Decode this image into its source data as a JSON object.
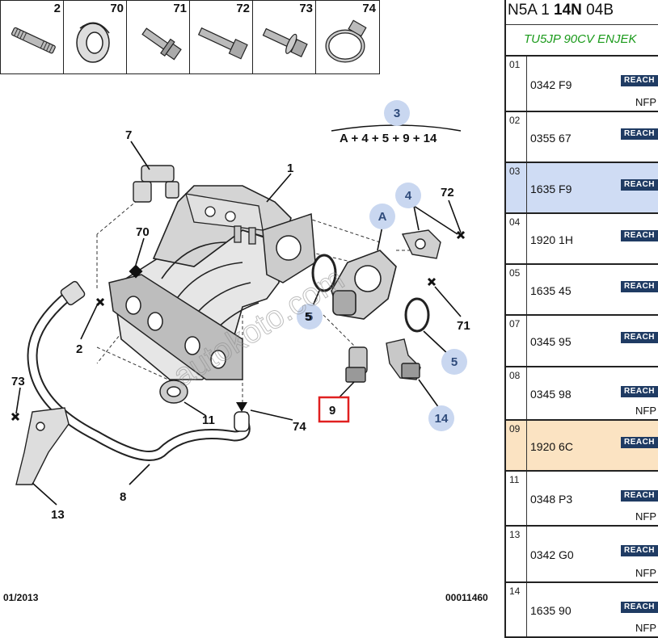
{
  "top_parts": [
    {
      "num": "2",
      "icon": "stud-bolt-icon"
    },
    {
      "num": "70",
      "icon": "seal-ring-icon"
    },
    {
      "num": "71",
      "icon": "flange-bolt-icon"
    },
    {
      "num": "72",
      "icon": "hex-bolt-icon"
    },
    {
      "num": "73",
      "icon": "washer-bolt-icon"
    },
    {
      "num": "74",
      "icon": "hose-clamp-icon"
    }
  ],
  "diagram": {
    "callouts": [
      "1",
      "2",
      "7",
      "70",
      "73",
      "13",
      "8",
      "11",
      "74",
      "9",
      "5",
      "14",
      "71",
      "72"
    ],
    "bubbles": [
      "3",
      "A",
      "4",
      "5",
      "5",
      "14"
    ],
    "kit_formula": "A + 4 + 5 + 9 + 14",
    "watermark": "autokoto.com",
    "highlight_color": "#e02020",
    "bubble_color": "#c9d7f0"
  },
  "footer": {
    "date": "01/2013",
    "code": "00011460"
  },
  "table": {
    "header": {
      "prefix": "N5A 1 ",
      "bold": "14N",
      "suffix": " 04B"
    },
    "engine": "TU5JP 90CV ENJEK",
    "engine_color": "#1a9a1a",
    "reach_label": "REACH",
    "rows": [
      {
        "idx": "01",
        "ref": "0342 F9",
        "nfp": "NFP",
        "hl": ""
      },
      {
        "idx": "02",
        "ref": "0355 67",
        "nfp": "",
        "hl": ""
      },
      {
        "idx": "03",
        "ref": "1635 F9",
        "nfp": "",
        "hl": "blue"
      },
      {
        "idx": "04",
        "ref": "1920 1H",
        "nfp": "",
        "hl": ""
      },
      {
        "idx": "05",
        "ref": "1635 45",
        "nfp": "",
        "hl": ""
      },
      {
        "idx": "07",
        "ref": "0345 95",
        "nfp": "",
        "hl": ""
      },
      {
        "idx": "08",
        "ref": "0345 98",
        "nfp": "NFP",
        "hl": ""
      },
      {
        "idx": "09",
        "ref": "1920 6C",
        "nfp": "",
        "hl": "orange"
      },
      {
        "idx": "11",
        "ref": "0348 P3",
        "nfp": "NFP",
        "hl": ""
      },
      {
        "idx": "13",
        "ref": "0342 G0",
        "nfp": "NFP",
        "hl": ""
      },
      {
        "idx": "14",
        "ref": "1635 90",
        "nfp": "NFP",
        "hl": ""
      }
    ]
  }
}
